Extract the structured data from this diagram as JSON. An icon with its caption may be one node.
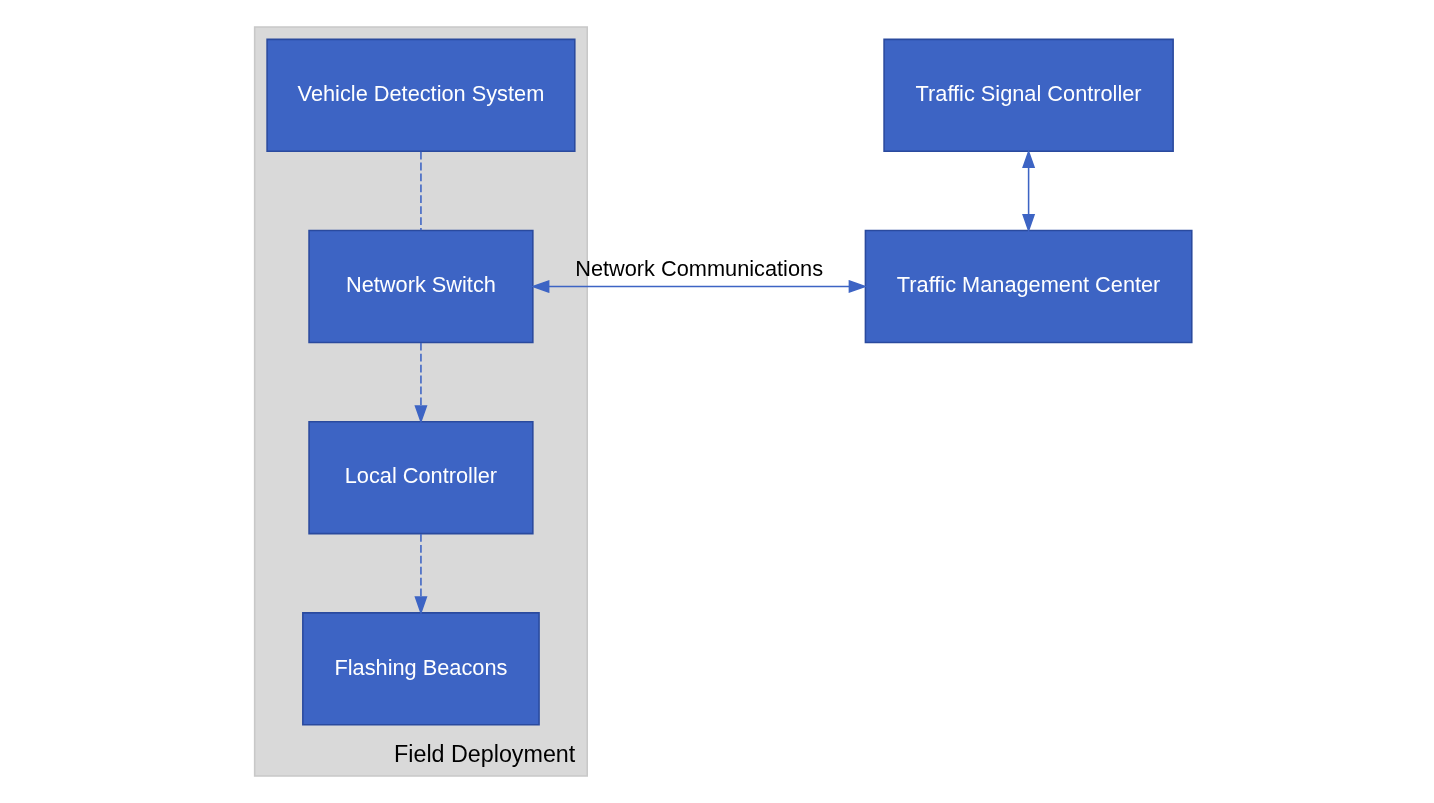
{
  "diagram": {
    "nodes": [
      {
        "text": [
          "Field Deployment"
        ]
      },
      {
        "text": [
          "Vehicle Detection System"
        ],
        "in": 0
      },
      {
        "text": [
          "Network Switch"
        ],
        "in": 0
      },
      {
        "text": [
          "Local Controller"
        ],
        "in": 0
      },
      {
        "text": [
          "Flashing Beacons"
        ],
        "in": 0
      },
      {
        "text": [
          "Traffic Signal Controller"
        ]
      },
      {
        "text": [
          "Traffic Management Center"
        ]
      }
    ],
    "edges": [
      {
        "from": 1,
        "to": 2,
        "arrow": "none",
        "style": "dashed"
      },
      {
        "from": 2,
        "to": 3,
        "arrow": "to",
        "style": "dashed"
      },
      {
        "from": 3,
        "to": 4,
        "arrow": "to",
        "style": "dashed"
      },
      {
        "from": 2,
        "to": 6,
        "arrow": "both",
        "label": "Network Communications"
      },
      {
        "from": 5,
        "to": 6,
        "arrow": "both"
      }
    ]
  }
}
